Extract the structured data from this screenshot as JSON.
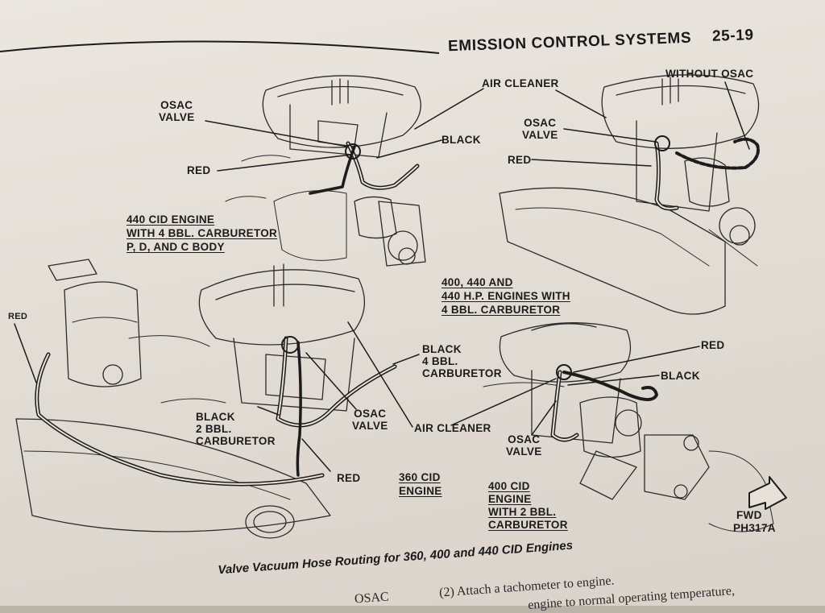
{
  "header": {
    "section_title": "EMISSION CONTROL SYSTEMS",
    "page_number": "25-19"
  },
  "figure": {
    "caption": "Valve Vacuum Hose Routing for 360, 400 and 440 CID Engines",
    "fig_code": "PH317A",
    "fwd_label": "FWD"
  },
  "callouts": {
    "top_left": {
      "osac_valve": "OSAC\nVALVE",
      "black": "BLACK",
      "red": "RED",
      "engine": "440 CID ENGINE\nWITH 4 BBL. CARBURETOR\nP, D, AND C BODY"
    },
    "top_right": {
      "air_cleaner": "AIR CLEANER",
      "without_osac": "WITHOUT OSAC",
      "osac_valve": "OSAC\nVALVE",
      "red": "RED",
      "engine": "400, 440 AND\n440 H.P. ENGINES WITH\n4 BBL. CARBURETOR"
    },
    "bottom_left": {
      "red_coil": "RED",
      "black_4bbl": "BLACK\n4 BBL.\nCARBURETOR",
      "black_2bbl": "BLACK\n2 BBL.\nCARBURETOR",
      "osac_valve": "OSAC\nVALVE",
      "air_cleaner": "AIR CLEANER",
      "red": "RED",
      "engine": "360 CID\nENGINE"
    },
    "bottom_right": {
      "red": "RED",
      "black": "BLACK",
      "osac_valve": "OSAC\nVALVE",
      "engine": "400 CID\nENGINE\nWITH 2 BBL.\nCARBURETOR"
    }
  },
  "body_text": {
    "step": "(2)  Attach a tachometer to engine.",
    "partial_line": "engine to normal operating temperature,",
    "partial_left": "OSAC"
  },
  "colors": {
    "ink": "#1c1c1c",
    "paper": "#e6e1d9",
    "background": "#b9b3a8"
  }
}
